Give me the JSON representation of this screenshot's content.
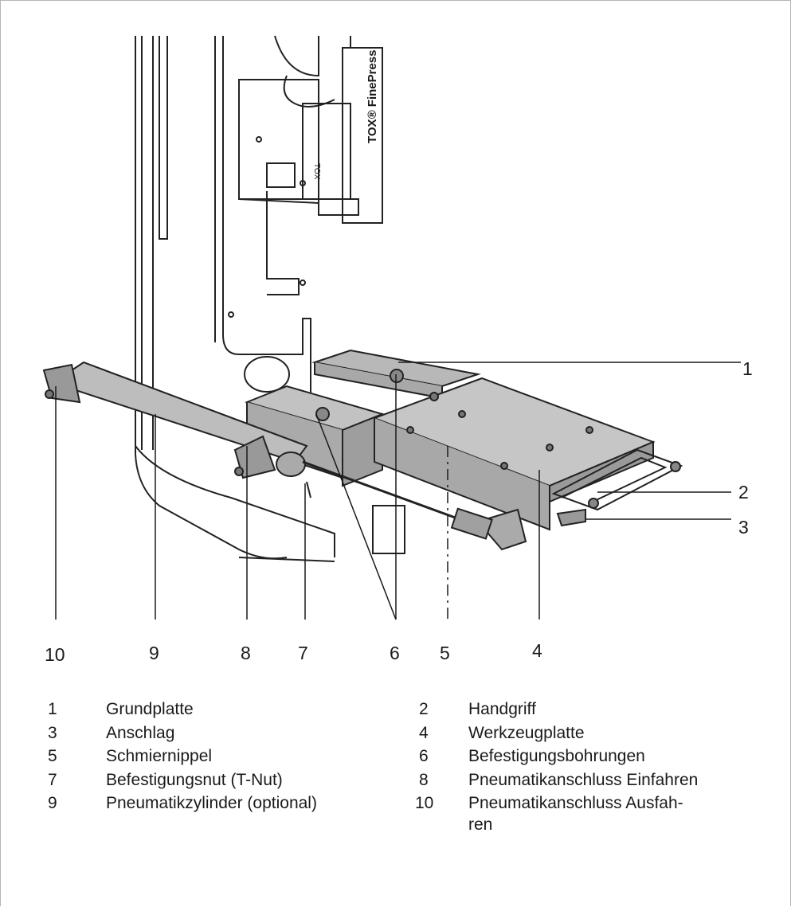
{
  "figure": {
    "brand_label": "TOX® FinePress",
    "plate_label": "TOX",
    "callouts": [
      "1",
      "2",
      "3",
      "4",
      "5",
      "6",
      "7",
      "8",
      "9",
      "10"
    ]
  },
  "legend": [
    {
      "num": "1",
      "text": "Grundplatte"
    },
    {
      "num": "2",
      "text": "Handgriff"
    },
    {
      "num": "3",
      "text": "Anschlag"
    },
    {
      "num": "4",
      "text": "Werkzeugplatte"
    },
    {
      "num": "5",
      "text": "Schmiernippel"
    },
    {
      "num": "6",
      "text": "Befestigungsbohrungen"
    },
    {
      "num": "7",
      "text": "Befestigungsnut (T-Nut)"
    },
    {
      "num": "8",
      "text": "Pneumatikanschluss Einfahren"
    },
    {
      "num": "9",
      "text": "Pneumatikzylinder (optional)"
    },
    {
      "num": "10",
      "text": "Pneumatikanschluss Ausfah-"
    },
    {
      "num": "",
      "text": "ren"
    }
  ]
}
